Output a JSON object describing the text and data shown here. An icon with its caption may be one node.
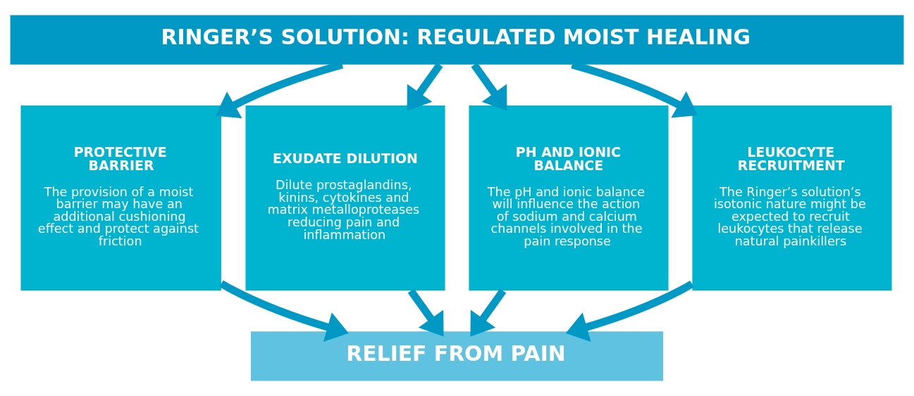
{
  "diagram": {
    "nodes": [
      {
        "text": [
          "RINGER’S SOLUTION: REGULATED MOIST HEALING"
        ]
      },
      {
        "text": [
          "PROTECTIVE BARRIER",
          "The provision of a moist barrier may have an additional cushioning effect and protect against friction"
        ]
      },
      {
        "text": [
          "EXUDATE DILUTION",
          "Dilute prostaglandins, kinins, cytokines and matrix metalloproteases reducing pain and inflammation"
        ]
      },
      {
        "text": [
          "PH AND IONIC BALANCE",
          "The pH and ionic balance will influence the action of sodium and calcium channels involved in the pain response"
        ]
      },
      {
        "text": [
          "LEUKOCYTE RECRUITMENT",
          "The Ringer’s solution’s isotonic nature might be expected to recruit leukocytes that release natural painkillers"
        ]
      },
      {
        "text": [
          "RELIEF FROM PAIN"
        ]
      }
    ],
    "edges": [
      {
        "from": 0,
        "to": 1,
        "arrow": "to"
      },
      {
        "from": 0,
        "to": 2,
        "arrow": "to"
      },
      {
        "from": 0,
        "to": 3,
        "arrow": "to"
      },
      {
        "from": 0,
        "to": 4,
        "arrow": "to"
      },
      {
        "from": 1,
        "to": 5,
        "arrow": "to"
      },
      {
        "from": 2,
        "to": 5,
        "arrow": "to"
      },
      {
        "from": 3,
        "to": 5,
        "arrow": "to"
      },
      {
        "from": 4,
        "to": 5,
        "arrow": "to"
      }
    ]
  }
}
